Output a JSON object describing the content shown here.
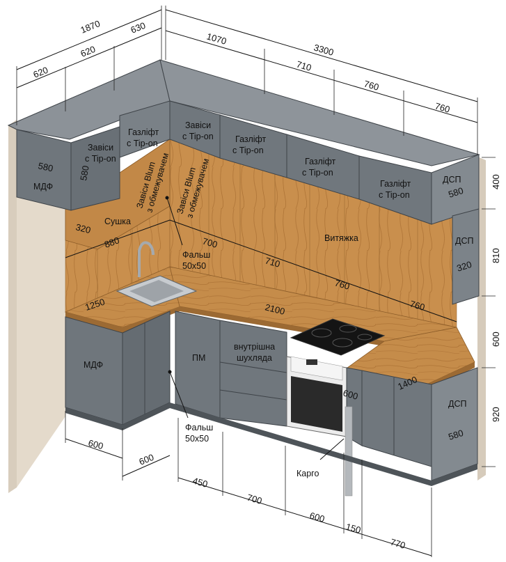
{
  "dims": {
    "top_1870": "1870",
    "top_630": "630",
    "top_620a": "620",
    "top_620b": "620",
    "top_1070": "1070",
    "top_3300": "3300",
    "top_710": "710",
    "top_760a": "760",
    "top_760b": "760",
    "upper_580a": "580",
    "upper_580b": "580",
    "upper_580c": "580",
    "shelf_320a": "320",
    "shelf_320b": "320",
    "wall_880": "880",
    "wall_700": "700",
    "wall_710": "710",
    "wall_760a": "760",
    "wall_760b": "760",
    "counter_1250": "1250",
    "counter_2100": "2100",
    "bar_1400": "1400",
    "bar_600": "600",
    "h_400": "400",
    "h_810": "810",
    "h_600": "600",
    "h_920": "920",
    "base_580": "580",
    "bottom_600a": "600",
    "bottom_600b": "600",
    "bottom_450": "450",
    "bottom_700": "700",
    "bottom_600c": "600",
    "bottom_150": "150",
    "bottom_770": "770"
  },
  "labels": {
    "mdf_upper": "МДФ",
    "zavisy_tipon_a": [
      "Завіси",
      "с Tip-on"
    ],
    "gazlift_a": [
      "Газліфт",
      "с Tip-on"
    ],
    "zavisy_tipon_b": [
      "Завіси",
      "с Tip-on"
    ],
    "gazlift_b": [
      "Газліфт",
      "с Tip-on"
    ],
    "gazlift_c": [
      "Газліфт",
      "с Tip-on"
    ],
    "gazlift_d": [
      "Газліфт",
      "с Tip-on"
    ],
    "dsp_upper": "ДСП",
    "dsp_mid": "ДСП",
    "dsp_base": "ДСП",
    "blum_a": [
      "Завіси Blum",
      "з обмежувачем"
    ],
    "blum_b": [
      "Завіси Blum",
      "з обмежувачем"
    ],
    "sushka": "Сушка",
    "vytyazhka": "Витяжка",
    "falsh_top": [
      "Фальш",
      "50х50"
    ],
    "falsh_bottom": [
      "Фальш",
      "50х50"
    ],
    "mdf_base": "МДФ",
    "pm": "ПМ",
    "drawer": [
      "внутрішна",
      "шухляда"
    ],
    "kargo": "Карго"
  },
  "colors": {
    "cabinet_front": "#6f767c",
    "cabinet_top": "#8c9298",
    "cabinet_side": "#5c6268",
    "wood": "#c58c4a",
    "wood_dark": "#9c6a33",
    "wall": "#ddd2c2",
    "hob": "#141414",
    "oven": "#ececec",
    "metal": "#b4b8bc"
  }
}
